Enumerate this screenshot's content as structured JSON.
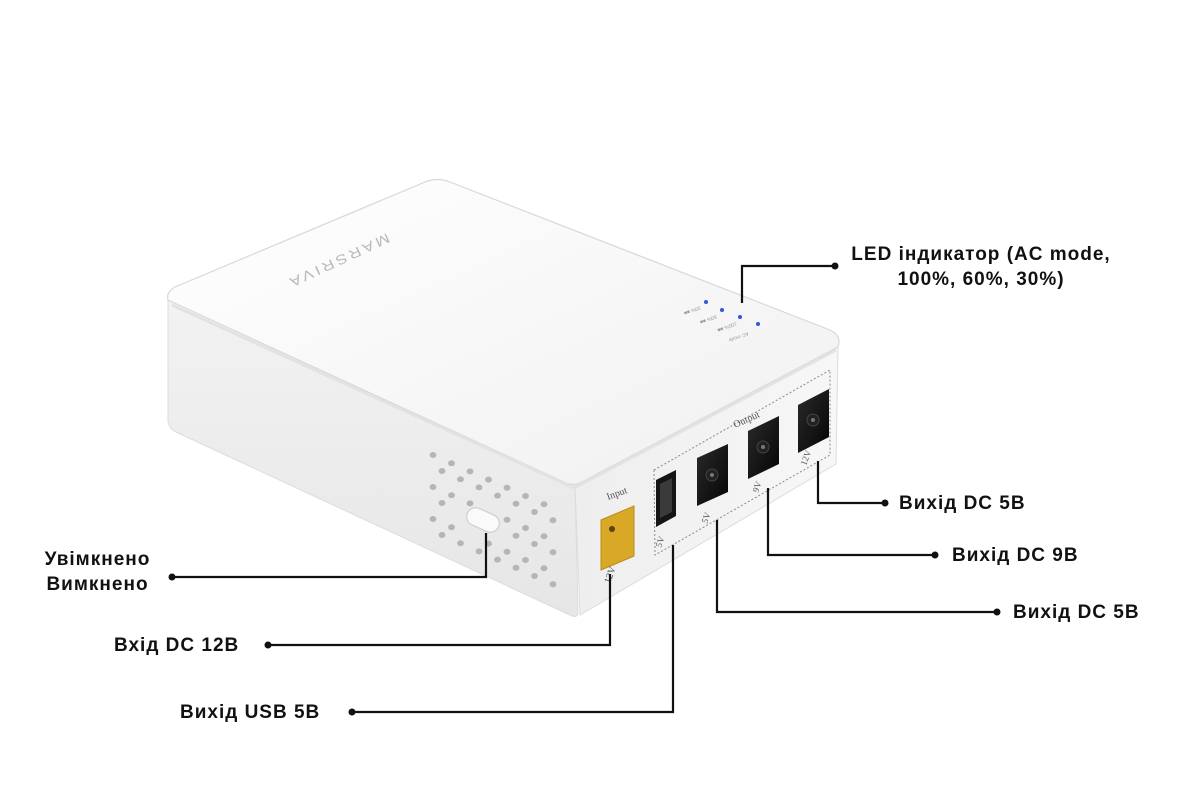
{
  "device": {
    "brand": "MARSRIVA",
    "input_port_caption": "Input",
    "input_voltage": "12V",
    "output_group_caption": "Output",
    "usb_voltage": "5V",
    "dc1_voltage": "5V",
    "dc2_voltage": "9V",
    "dc3_voltage": "12V",
    "led_labels": [
      "30% ■■",
      "60% ■■",
      "100% ■■",
      "AC mode"
    ],
    "colors": {
      "body": "#f4f4f4",
      "top": "#fbfbfb",
      "input_port": "#d9a826",
      "led": "#2f57d9",
      "line": "#111111"
    }
  },
  "callouts": {
    "led": {
      "line1": "LED індикатор (AC mode,",
      "line2": "100%, 60%, 30%)"
    },
    "power": {
      "line1": "Увімкнено",
      "line2": "Вимкнено"
    },
    "dc_in": "Вхід DC 12В",
    "usb_out": "Вихід USB 5В",
    "dc_out_12": "Вихід DC 5В",
    "dc_out_9": "Вихід DC 9В",
    "dc_out_5": "Вихід DC 5В"
  }
}
